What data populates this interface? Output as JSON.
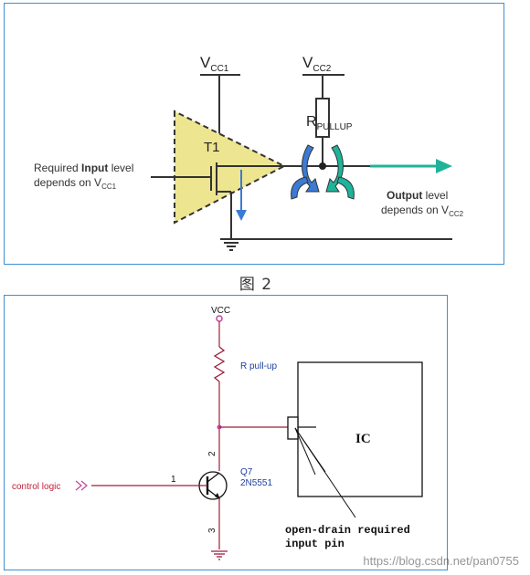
{
  "figure1": {
    "vcc1_label": "V",
    "vcc1_sub": "CC1",
    "vcc2_label": "V",
    "vcc2_sub": "CC2",
    "rpullup_label": "R",
    "rpullup_sub": "PULLUP",
    "transistor_label": "T1",
    "input_note": {
      "prefix": "Required ",
      "bold": "Input",
      "suffix": " level",
      "line2": "depends on V",
      "line2_sub": "CC1"
    },
    "output_note": {
      "bold": "Output",
      "suffix": " level",
      "line2": "depends on V",
      "line2_sub": "CC2"
    }
  },
  "caption": "图 2",
  "figure2": {
    "vcc_label": "VCC",
    "resistor_label": "R pull-up",
    "transistor_name": "Q7",
    "transistor_part": "2N5551",
    "control_label": "control logic",
    "pin1": "1",
    "pin2": "2",
    "pin3": "3",
    "ic_label": "IC",
    "note_line1": "open-drain required",
    "note_line2": "input pin"
  },
  "watermark": "https://blog.csdn.net/pan0755",
  "colors": {
    "border": "#3f8fd2",
    "triangle_fill": "#ede58f",
    "current_blue": "#3a7bd5",
    "output_teal": "#1fb39a",
    "wire_red": "#9e1f3b",
    "net_magenta": "#c2449a",
    "label_blue": "#1f3f9e"
  }
}
